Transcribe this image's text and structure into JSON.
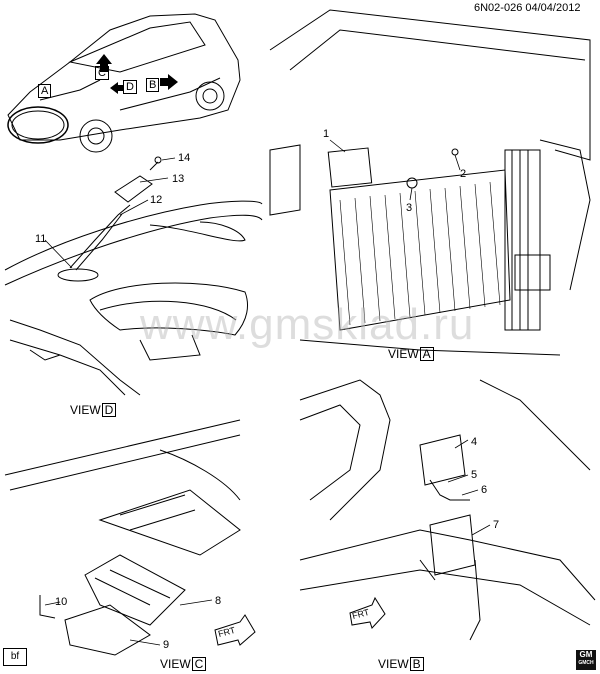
{
  "header": {
    "diagram_id": "6N02-026",
    "date": "04/04/2012"
  },
  "watermark": "www.gmsklad.ru",
  "views": {
    "view_a_label": "VIEW",
    "view_a_key": "A",
    "view_b_label": "VIEW",
    "view_b_key": "B",
    "view_c_label": "VIEW",
    "view_c_key": "C",
    "view_d_label": "VIEW",
    "view_d_key": "D"
  },
  "vehicle_arrows": {
    "a": "A",
    "b": "B",
    "c": "C",
    "d": "D"
  },
  "callouts": [
    "1",
    "2",
    "3",
    "4",
    "5",
    "6",
    "7",
    "8",
    "9",
    "10",
    "11",
    "12",
    "13",
    "14"
  ],
  "frt_label": "FRT",
  "corner_code": "bf",
  "logo": {
    "line1": "GM",
    "line2": "GMCH"
  }
}
